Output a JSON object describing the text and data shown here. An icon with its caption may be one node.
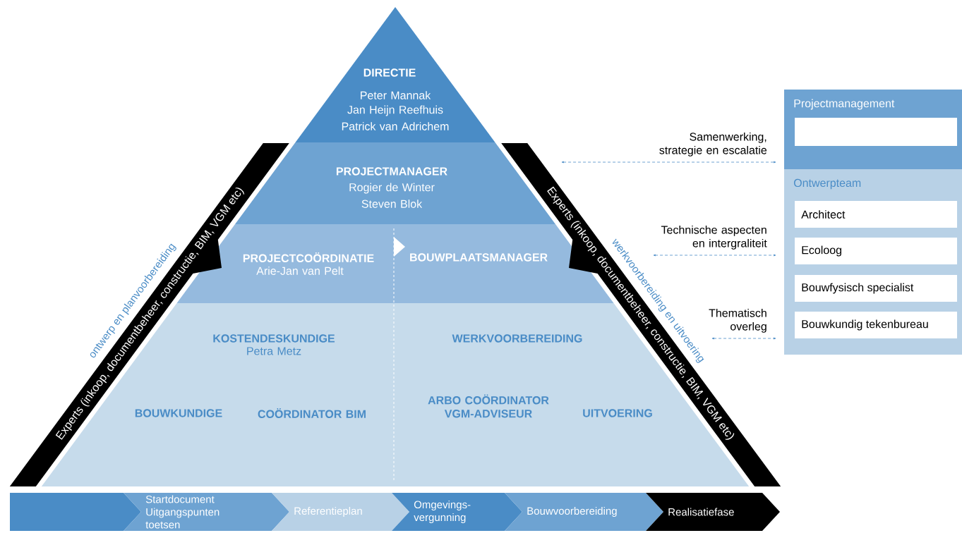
{
  "diagram": {
    "nodes": [
      {
        "text": [
          "DIRECTIE",
          "Peter Mannak",
          "Jan Heijn Reefhuis",
          "Patrick van Adrichem"
        ]
      },
      {
        "text": [
          "PROJECTMANAGER",
          "Rogier de Winter",
          "Steven Blok"
        ]
      },
      {
        "text": [
          "PROJECTCOÖRDINATIE",
          "Arie-Jan van Pelt",
          "BOUWPLAATSMANAGER"
        ]
      },
      {
        "text": [
          "KOSTENDESKUNDIGE",
          "Petra Metz",
          "WERKVOORBEREIDING",
          "BOUWKUNDIGE",
          "COÖRDINATOR BIM",
          "ARBO COÖRDINATOR VGM-ADVISEUR",
          "UITVOERING"
        ]
      },
      {
        "text": [
          "Experts (inkoop, documentbeheer, constructie, BIM, VGM etc)"
        ],
        "beside": [
          "ontwerp en planvoorbereiding"
        ]
      },
      {
        "text": [
          "Experts (inkoop, documentbeheer, constructie, BIM, VGM etc)"
        ],
        "beside": [
          "werkvoorbereiding en uitvoering"
        ]
      },
      {
        "text": [
          "Projectmanagement"
        ]
      },
      {
        "text": [],
        "shape": "box",
        "in": 6
      },
      {
        "text": [
          "Ontwerpteam"
        ]
      },
      {
        "text": [
          "Architect"
        ],
        "in": 8
      },
      {
        "text": [
          "Ecoloog"
        ],
        "in": 8
      },
      {
        "text": [
          "Bouwfysisch specialist"
        ],
        "in": 8
      },
      {
        "text": [
          "Bouwkundig tekenbureau"
        ],
        "in": 8
      },
      {
        "text": [],
        "shape": "chevron"
      },
      {
        "text": [
          "Startdocument Uitgangspunten toetsen"
        ]
      },
      {
        "text": [
          "Referentieplan"
        ]
      },
      {
        "text": [
          "Omgevings- vergunning"
        ]
      },
      {
        "text": [
          "Bouwvoorbereiding"
        ]
      },
      {
        "text": [
          "Realisatiefase"
        ]
      }
    ],
    "edges": [
      {
        "from": null,
        "to": 6,
        "arrow": "both",
        "style": "dashed",
        "label": "Samenwerking, strategie en escalatie"
      },
      {
        "from": 5,
        "to": 8,
        "arrow": "both",
        "style": "dashed",
        "label": "Technische aspecten en intergraliteit"
      },
      {
        "from": 5,
        "to": 8,
        "arrow": "both",
        "style": "dashed",
        "label": "Thematisch overleg"
      }
    ]
  }
}
